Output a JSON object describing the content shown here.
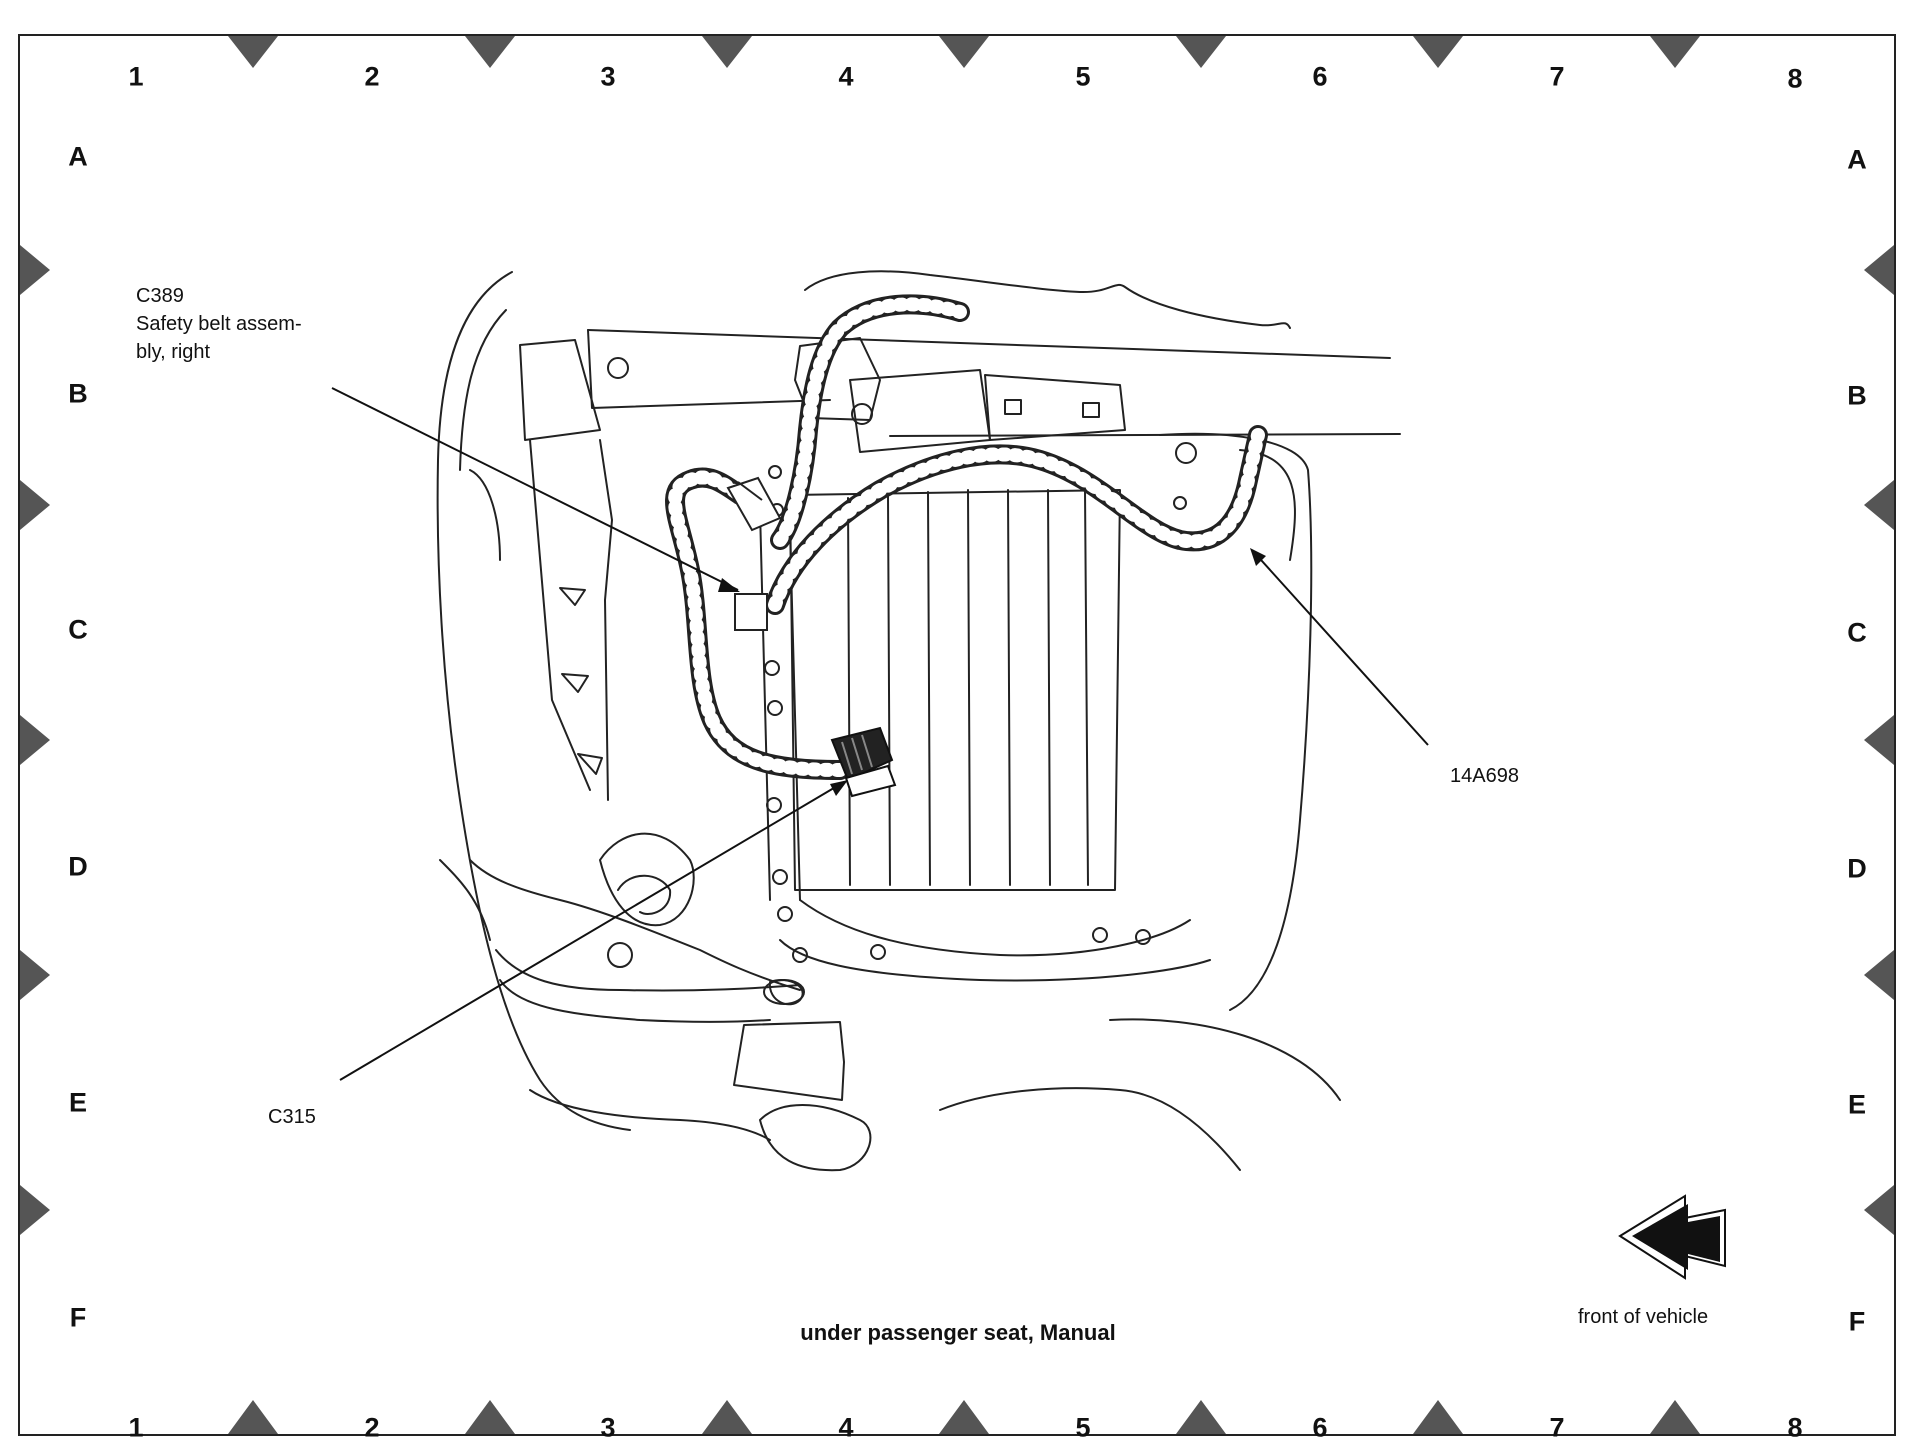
{
  "grid": {
    "columns": [
      "1",
      "2",
      "3",
      "4",
      "5",
      "6",
      "7",
      "8"
    ],
    "rows": [
      "A",
      "B",
      "C",
      "D",
      "E",
      "F"
    ]
  },
  "callouts": {
    "c389": {
      "id": "C389",
      "line1": "Safety belt assem-",
      "line2": "bly, right"
    },
    "c315": {
      "id": "C315"
    },
    "harness": {
      "id": "14A698"
    }
  },
  "caption": "under passenger seat, Manual",
  "orientation": {
    "label": "front of vehicle",
    "icon": "arrow-left-icon"
  }
}
